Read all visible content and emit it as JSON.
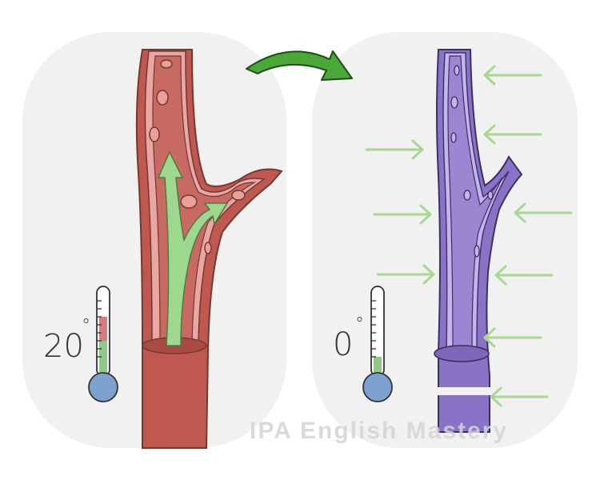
{
  "left_panel": {
    "temperature_label": "20",
    "degree_symbol": "°",
    "vessel_state": "dilated",
    "colors": {
      "vessel": "#c0584f",
      "vessel_light": "#e8a4a0",
      "flow_arrow": "#9ed88e"
    }
  },
  "right_panel": {
    "temperature_label": "0",
    "degree_symbol": "°",
    "vessel_state": "constricted",
    "colors": {
      "vessel": "#8a73c7",
      "vessel_light": "#c4b6ea",
      "pressure_arrow": "#a6d98f"
    }
  },
  "transition_arrow_color": "#4aa838",
  "watermark": "IPA English Mastery"
}
